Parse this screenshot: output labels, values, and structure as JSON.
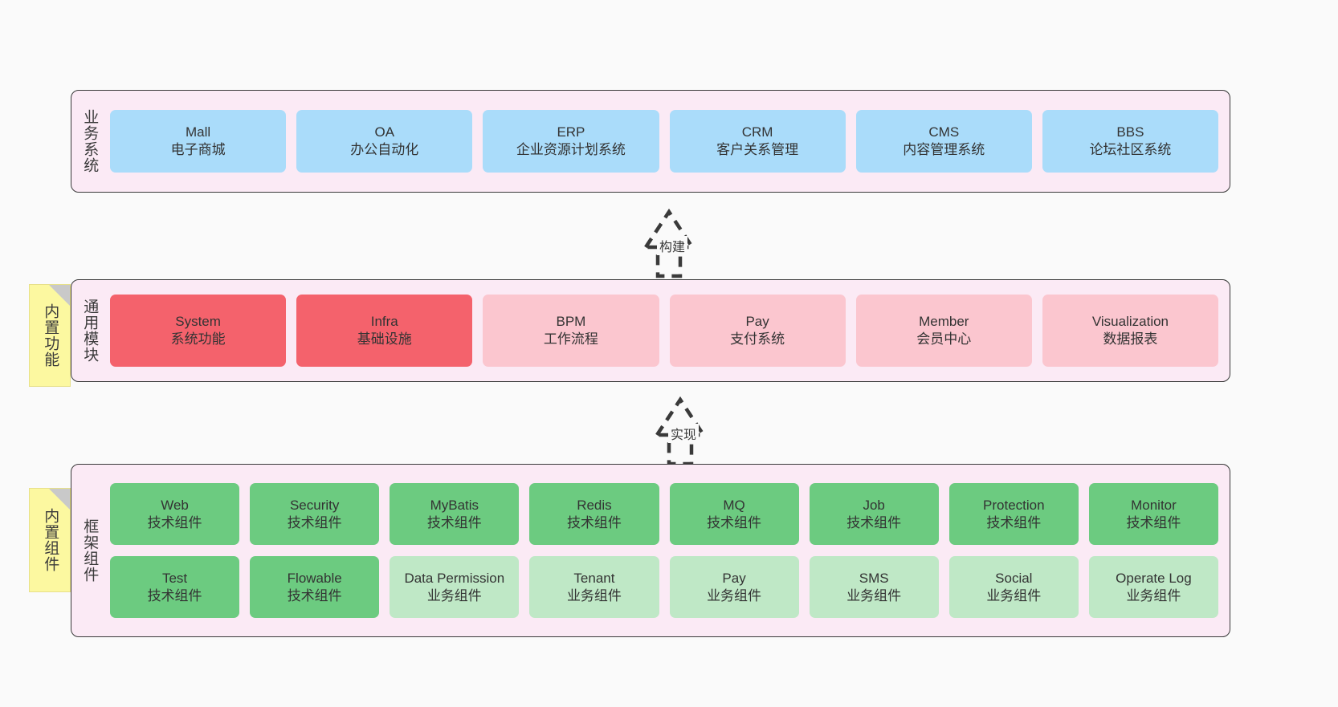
{
  "layers": [
    {
      "id": "business-systems",
      "title": "业务系统",
      "rows": [
        {
          "style": "biz",
          "cards": [
            {
              "en": "Mall",
              "cn": "电子商城"
            },
            {
              "en": "OA",
              "cn": "办公自动化"
            },
            {
              "en": "ERP",
              "cn": "企业资源计划系统"
            },
            {
              "en": "CRM",
              "cn": "客户关系管理"
            },
            {
              "en": "CMS",
              "cn": "内容管理系统"
            },
            {
              "en": "BBS",
              "cn": "论坛社区系统"
            }
          ]
        }
      ]
    },
    {
      "id": "common-modules",
      "title": "通用模块",
      "note": "内置功能",
      "rows": [
        {
          "style": "mod",
          "cards": [
            {
              "en": "System",
              "cn": "系统功能",
              "strong": true
            },
            {
              "en": "Infra",
              "cn": "基础设施",
              "strong": true
            },
            {
              "en": "BPM",
              "cn": "工作流程",
              "strong": false
            },
            {
              "en": "Pay",
              "cn": "支付系统",
              "strong": false
            },
            {
              "en": "Member",
              "cn": "会员中心",
              "strong": false
            },
            {
              "en": "Visualization",
              "cn": "数据报表",
              "strong": false
            }
          ]
        }
      ]
    },
    {
      "id": "framework-components",
      "title": "框架组件",
      "note": "内置组件",
      "rows": [
        {
          "style": "tech",
          "cards": [
            {
              "en": "Web",
              "cn": "技术组件"
            },
            {
              "en": "Security",
              "cn": "技术组件"
            },
            {
              "en": "MyBatis",
              "cn": "技术组件"
            },
            {
              "en": "Redis",
              "cn": "技术组件"
            },
            {
              "en": "MQ",
              "cn": "技术组件"
            },
            {
              "en": "Job",
              "cn": "技术组件"
            },
            {
              "en": "Protection",
              "cn": "技术组件"
            },
            {
              "en": "Monitor",
              "cn": "技术组件"
            }
          ]
        },
        {
          "style": "mixed",
          "cards": [
            {
              "en": "Test",
              "cn": "技术组件",
              "tech": true
            },
            {
              "en": "Flowable",
              "cn": "技术组件",
              "tech": true
            },
            {
              "en": "Data Permission",
              "cn": "业务组件",
              "tech": false
            },
            {
              "en": "Tenant",
              "cn": "业务组件",
              "tech": false
            },
            {
              "en": "Pay",
              "cn": "业务组件",
              "tech": false
            },
            {
              "en": "SMS",
              "cn": "业务组件",
              "tech": false
            },
            {
              "en": "Social",
              "cn": "业务组件",
              "tech": false
            },
            {
              "en": "Operate Log",
              "cn": "业务组件",
              "tech": false
            }
          ]
        }
      ]
    }
  ],
  "arrows": [
    {
      "id": "build",
      "label": "构建"
    },
    {
      "id": "implement",
      "label": "实现"
    }
  ],
  "colors": {
    "background": "#fafafa",
    "layer_panel": "#fbeaf5",
    "layer_border": "#3a3a3a",
    "business_card": "#aadcfa",
    "module_strong": "#f4626c",
    "module_light": "#fbc6cf",
    "tech_card": "#6ccb80",
    "business_component_card": "#bfe8c6",
    "sticky_note": "#fcf8a0",
    "sticky_fold": "#c9c9c9",
    "text": "#333333"
  }
}
